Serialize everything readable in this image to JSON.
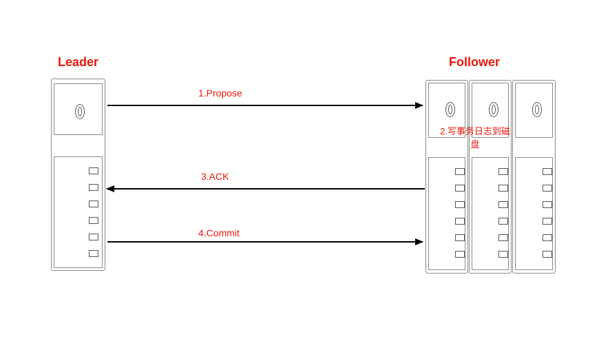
{
  "leader": {
    "label": "Leader"
  },
  "follower": {
    "label": "Follower"
  },
  "messages": {
    "propose": "1.Propose",
    "write_log": "2.写事务日志到磁盘",
    "ack": "3.ACK",
    "commit": "4.Commit"
  },
  "colors": {
    "label": "#e8180c",
    "line": "#000000",
    "outline": "#8a8a8a"
  },
  "icons": {
    "disk": "disk-icon",
    "slot": "drive-slot-icon"
  }
}
